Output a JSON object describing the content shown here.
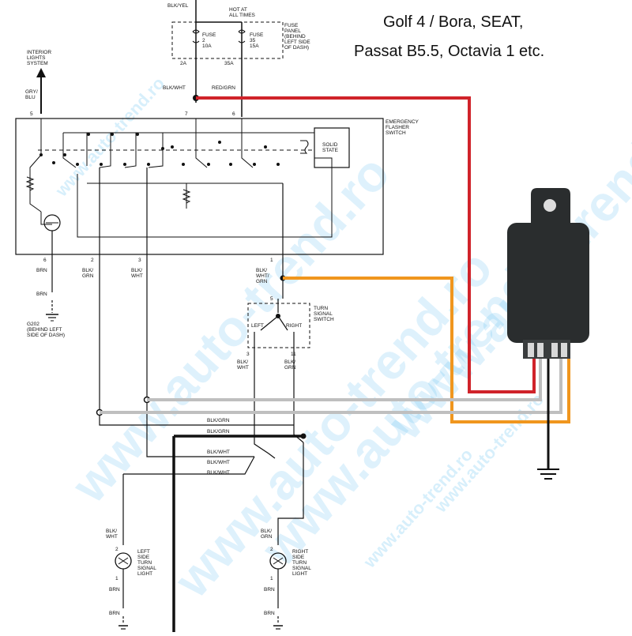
{
  "title": {
    "line1": "Golf 4 / Bora, SEAT,",
    "line2": "Passat B5.5, Octavia 1 etc."
  },
  "watermark": {
    "text": "www.auto-trend.ro",
    "color": "#4db8f0"
  },
  "colors": {
    "red_wire": "#d0232a",
    "orange_wire": "#f0961e",
    "gray_wire": "#bfbfbf",
    "black_wire": "#111111",
    "relay_body": "#2a2d2e"
  },
  "labels": {
    "top_wire": "BLK/YEL",
    "hot_at_all_times": "HOT AT\nALL TIMES",
    "fuse2": "FUSE\n2\n10A",
    "fuse35": "FUSE\n35\n15A",
    "fuse_panel": "FUSE\nPANEL\n(BEHIND\nLEFT SIDE\nOF DASH)",
    "pin2a": "2A",
    "pin35a": "35A",
    "interior_lights": "INTERIOR\nLIGHTS\nSYSTEM",
    "gry_blu": "GRY/\nBLU",
    "blk_wht_top": "BLK/WHT",
    "red_grn": "RED/GRN",
    "pin5": "5",
    "pin7": "7",
    "pin6": "6",
    "emergency": "EMERGENCY\nFLASHER\nSWITCH",
    "solid_state": "SOLID\nSTATE",
    "pin_6b": "6",
    "pin_2b": "2",
    "pin_3b": "3",
    "pin_1b": "1",
    "brn1": "BRN",
    "brn2": "BRN",
    "blk_grn_a": "BLK/\nGRN",
    "blk_wht_a": "BLK/\nWHT",
    "blk_wht_grn": "BLK/\nWHT/\nGRN",
    "g202": "G202\n(BEHIND LEFT\nSIDE OF DASH)",
    "pin_5c": "5",
    "turn_signal_switch": "TURN\nSIGNAL\nSWITCH",
    "left": "LEFT",
    "right": "RIGHT",
    "pin_3c": "3",
    "pin_11c": "11",
    "blk_wht_b": "BLK/\nWHT",
    "blk_grn_b": "BLK/\nGRN",
    "bus1": "BLK/GRN",
    "bus2": "BLK/GRN",
    "bus3": "BLK/WHT",
    "bus4": "BLK/WHT",
    "bus5": "BLK/WHT",
    "blk_wht_l": "BLK/\nWHT",
    "blk_grn_r": "BLK/\nGRN",
    "pin2_l": "2",
    "pin1_l": "1",
    "pin2_r": "2",
    "pin1_r": "1",
    "left_light": "LEFT\nSIDE\nTURN\nSIGNAL\nLIGHT",
    "right_light": "RIGHT\nSIDE\nTURN\nSIGNAL\nLIGHT",
    "brn_l1": "BRN",
    "brn_l2": "BRN",
    "brn_r1": "BRN",
    "brn_r2": "BRN"
  }
}
